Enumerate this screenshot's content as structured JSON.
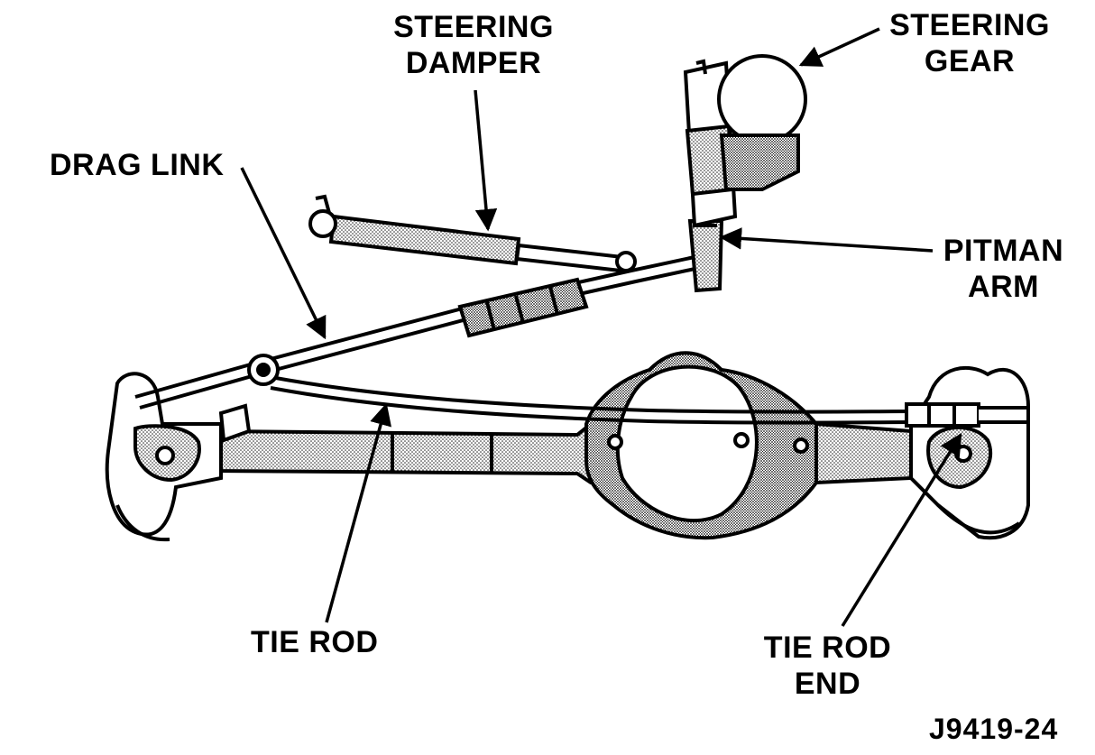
{
  "labels": {
    "steering_damper": [
      "STEERING",
      "DAMPER"
    ],
    "steering_gear": [
      "STEERING",
      "GEAR"
    ],
    "drag_link": "DRAG LINK",
    "pitman_arm": [
      "PITMAN",
      "ARM"
    ],
    "tie_rod": "TIE ROD",
    "tie_rod_end": [
      "TIE ROD",
      "END"
    ]
  },
  "figure_id": "J9419-24"
}
